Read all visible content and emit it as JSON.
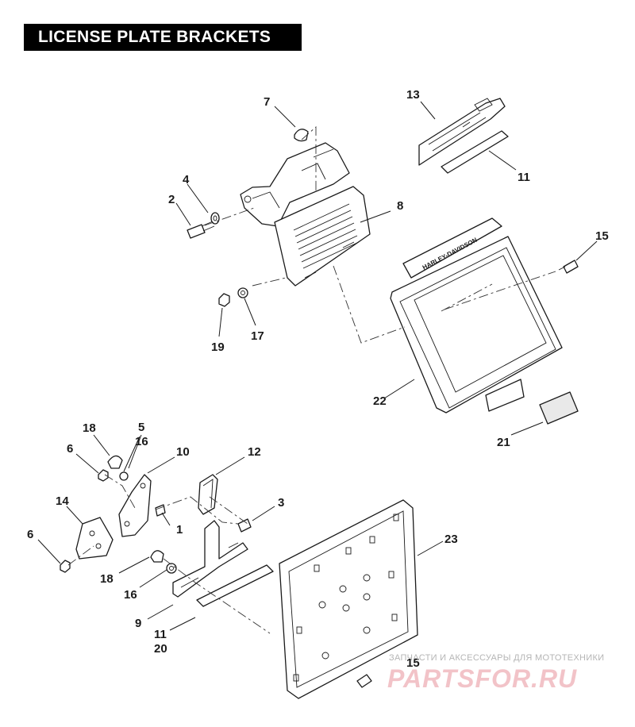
{
  "title": "LICENSE PLATE BRACKETS",
  "plate_logo": "HARLEY-DAVIDSON",
  "callouts": {
    "c1": "1",
    "c2": "2",
    "c3": "3",
    "c4": "4",
    "c5": "5",
    "c6a": "6",
    "c6b": "6",
    "c7": "7",
    "c8": "8",
    "c9": "9",
    "c10": "10",
    "c11a": "11",
    "c11b": "11",
    "c12": "12",
    "c13": "13",
    "c14": "14",
    "c15a": "15",
    "c15b": "15",
    "c16a": "16",
    "c16b": "16",
    "c17": "17",
    "c18a": "18",
    "c18b": "18",
    "c19": "19",
    "c20": "20",
    "c21": "21",
    "c22": "22",
    "c23": "23"
  },
  "watermark": {
    "tagline": "ЗАПЧАСТИ И АКСЕССУАРЫ ДЛЯ МОТОТЕХНИКИ",
    "logo": "PARTSFOR.RU"
  }
}
